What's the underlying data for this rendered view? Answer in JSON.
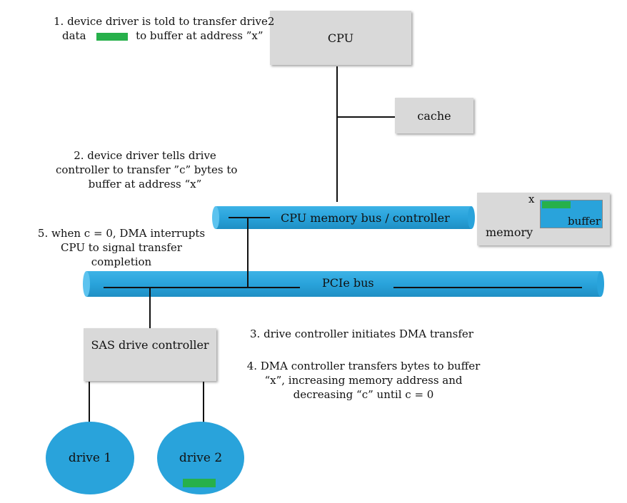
{
  "colors": {
    "bus": "#29a3db",
    "bus_end": "#5cc3ef",
    "box": "#d9d9d9",
    "drive": "#29a3db",
    "data_block": "#27b04b",
    "buffer": "#29a3db"
  },
  "nodes": {
    "cpu": "CPU",
    "cache": "cache",
    "memory": "memory",
    "buffer": "buffer",
    "buffer_address": "x",
    "cpu_bus": "CPU memory bus / controller",
    "pcie_bus": "PCIe bus",
    "sas_controller": "SAS drive controller",
    "drive1": "drive 1",
    "drive2": "drive 2"
  },
  "steps": {
    "step1": {
      "line1": "1. device driver is told to transfer drive2",
      "line2_left": "data",
      "line2_right": "to buffer at address ”x”"
    },
    "step2": {
      "line1": "2. device driver tells drive",
      "line2": "controller to transfer ”c” bytes to",
      "line3": "buffer at address “x”"
    },
    "step3": "3. drive controller initiates DMA transfer",
    "step4": {
      "line1": "4. DMA controller transfers bytes to buffer",
      "line2": "“x”, increasing memory address and",
      "line3": "decreasing  “c” until c = 0"
    },
    "step5": {
      "line1": "5. when c = 0, DMA interrupts",
      "line2": "CPU to signal transfer",
      "line3": "completion"
    }
  }
}
